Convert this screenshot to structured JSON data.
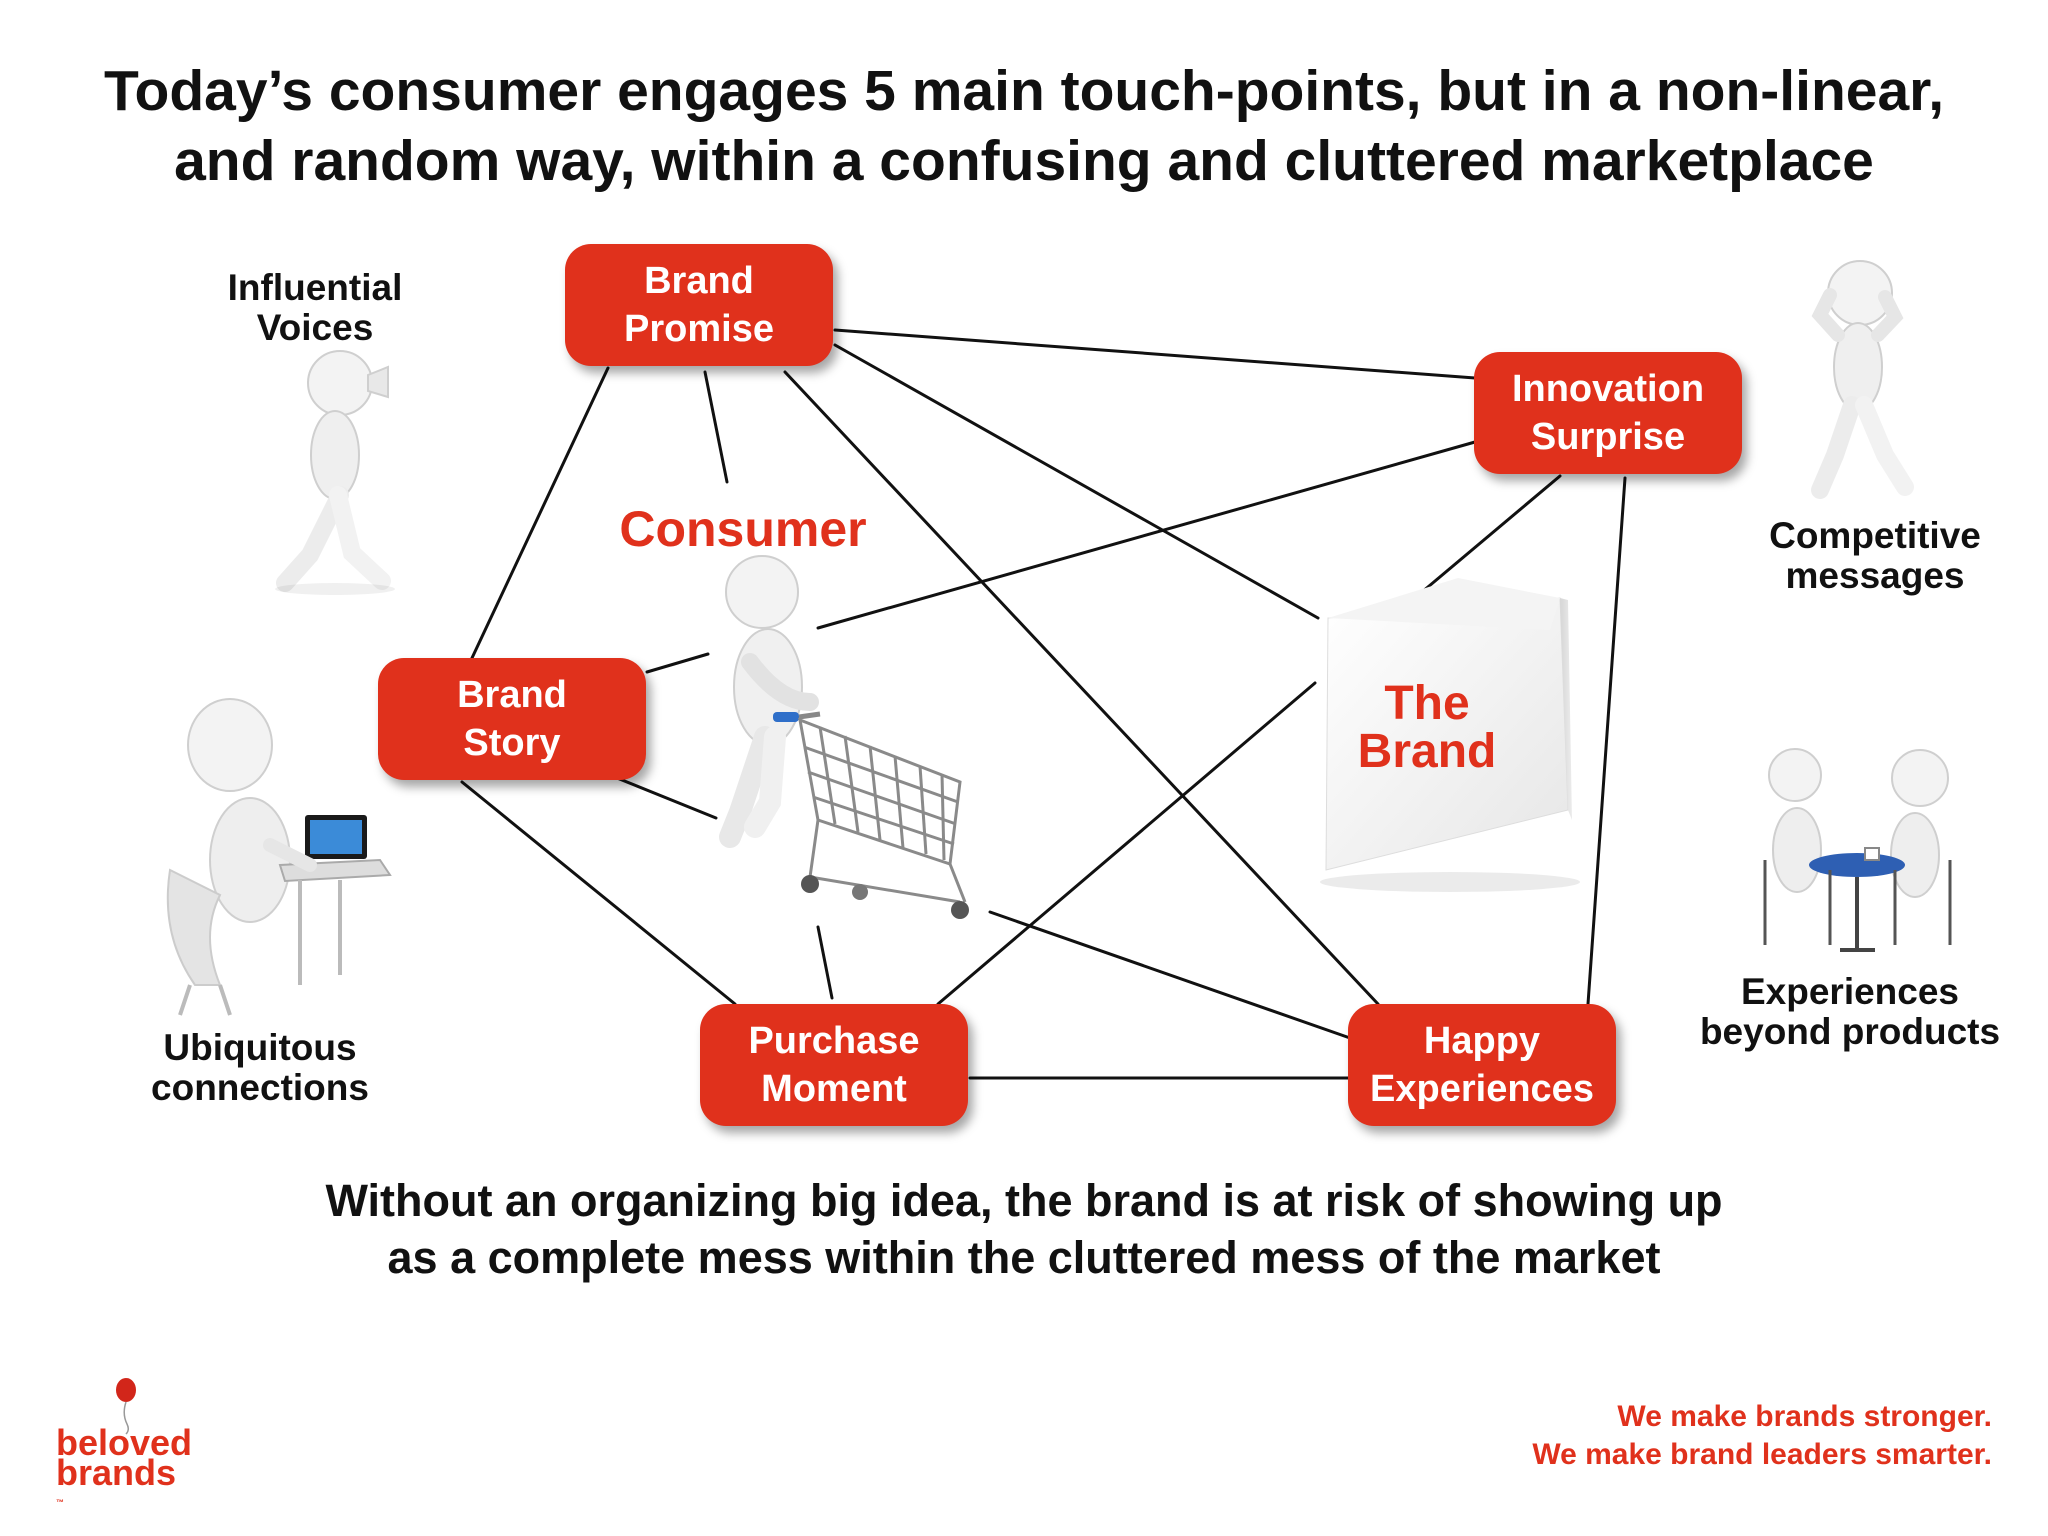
{
  "title": {
    "line1": "Today’s consumer engages 5 main touch-points, but in a non-linear,",
    "line2": "and random way, within a confusing and cluttered marketplace"
  },
  "touchpoints": {
    "brand_promise": {
      "line1": "Brand",
      "line2": "Promise"
    },
    "innovation_surprise": {
      "line1": "Innovation",
      "line2": "Surprise"
    },
    "brand_story": {
      "line1": "Brand",
      "line2": "Story"
    },
    "purchase_moment": {
      "line1": "Purchase",
      "line2": "Moment"
    },
    "happy_experiences": {
      "line1": "Happy",
      "line2": "Experiences"
    }
  },
  "center": {
    "consumer": "Consumer",
    "the_brand": {
      "line1": "The",
      "line2": "Brand"
    }
  },
  "influences": {
    "influential_voices": {
      "line1": "Influential",
      "line2": "Voices"
    },
    "competitive_messages": {
      "line1": "Competitive",
      "line2": "messages"
    },
    "ubiquitous_connections": {
      "line1": "Ubiquitous",
      "line2": "connections"
    },
    "experiences_beyond": {
      "line1": "Experiences",
      "line2": "beyond products"
    }
  },
  "conclusion": {
    "line1": "Without an organizing big idea, the brand is at risk of showing up",
    "line2": "as a complete mess within the cluttered mess of the market"
  },
  "tagline": {
    "line1": "We make brands stronger.",
    "line2": "We make brand leaders smarter."
  },
  "logo": {
    "line1": "beloved",
    "line2": "brands",
    "mark": "™"
  },
  "colors": {
    "accent": "#e0311c",
    "text": "#111111",
    "line": "#111111"
  }
}
